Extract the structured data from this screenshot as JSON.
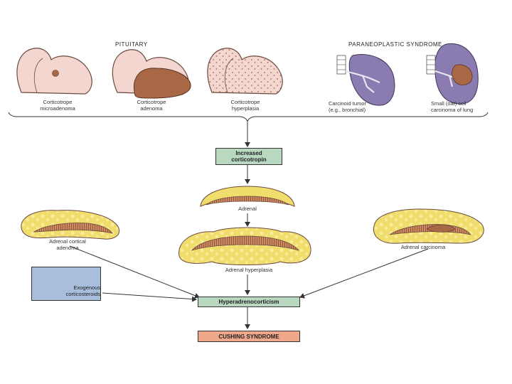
{
  "headers": {
    "pituitary": "PITUITARY",
    "paraneoplastic": "PARANEOPLASTIC SYNDROME"
  },
  "pituitary_causes": [
    {
      "line1": "Corticotrope",
      "line2": "microadenoma"
    },
    {
      "line1": "Corticotrope",
      "line2": "adenoma"
    },
    {
      "line1": "Corticotrope",
      "line2": "hyperplasia"
    }
  ],
  "paraneoplastic_causes": [
    {
      "line1": "Carcinoid tumor",
      "line2": "(e.g., bronchial)"
    },
    {
      "line1": "Small (oat) cell",
      "line2": "carcinoma of lung"
    }
  ],
  "adrenal_labels": {
    "normal": "Adrenal",
    "hyperplasia": "Adrenal hyperplasia",
    "adenoma_line1": "Adrenal cortical",
    "adenoma_line2": "adenoma",
    "carcinoma": "Adrenal carcinoma"
  },
  "exogenous": {
    "line1": "Exogenous",
    "line2": "corticosteroids"
  },
  "flow_boxes": {
    "acth_line1": "Increased",
    "acth_line2": "corticotropin",
    "hyper": "Hyperadrenocorticism",
    "cushing": "CUSHING SYNDROME"
  },
  "colors": {
    "acth_box": "#b8d8c0",
    "hyper_box": "#b8d8c0",
    "cushing_box": "#f0a88c",
    "exogenous_box": "#a8bedc",
    "lung": "#8a7bb0",
    "pituitary_tissue": "#f3d6cf",
    "adenoma": "#a86846",
    "adrenal_cortex": "#f1dd6c",
    "adrenal_medulla": "#b5704e"
  }
}
